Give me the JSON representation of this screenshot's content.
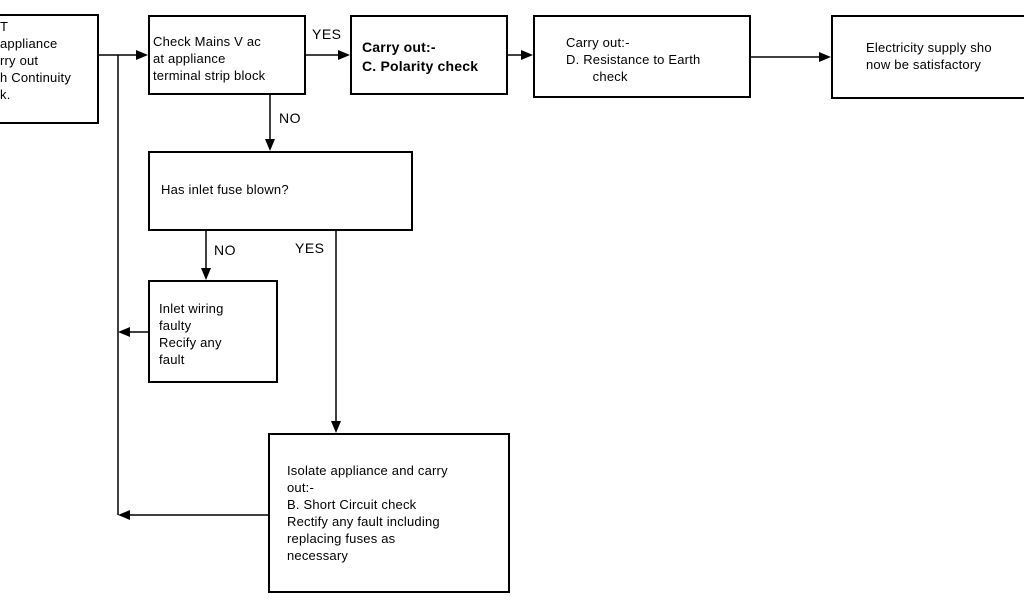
{
  "boxes": {
    "continuity": {
      "text": "T\nappliance\nrry out\nh Continuity\nk."
    },
    "mains": {
      "text": "Check Mains V ac\nat appliance\nterminal strip block"
    },
    "polarity": {
      "text": "Carry out:-\nC. Polarity check"
    },
    "earth": {
      "text": "Carry out:-\nD. Resistance to Earth\n       check"
    },
    "supply": {
      "text": "Electricity supply sho\nnow be satisfactory"
    },
    "fuse": {
      "text": "Has inlet fuse blown?"
    },
    "inlet": {
      "text": "Inlet wiring\nfaulty\nRecify any\nfault"
    },
    "isolate": {
      "text": "Isolate appliance and carry\nout:-\nB. Short Circuit check\nRectify any fault including\nreplacing fuses as\nnecessary"
    }
  },
  "labels": {
    "mains_yes": "YES",
    "mains_no": "NO",
    "fuse_no": "NO",
    "fuse_yes": "YES"
  },
  "colors": {
    "line": "#000000",
    "background": "#ffffff"
  }
}
